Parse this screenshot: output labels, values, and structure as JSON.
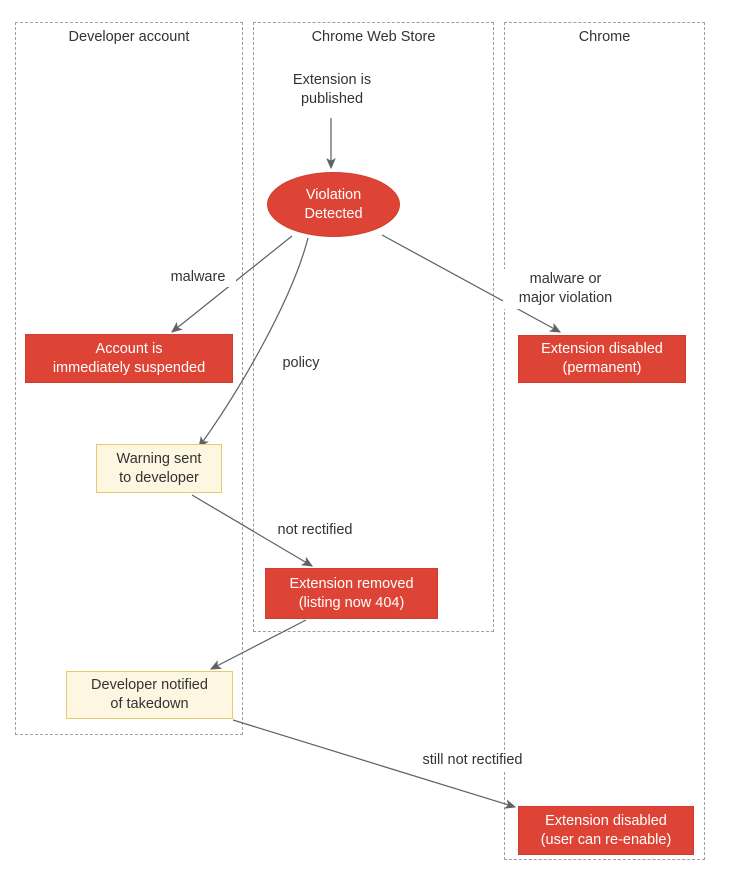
{
  "diagram": {
    "type": "flowchart-swimlane",
    "background": "#ffffff",
    "colors": {
      "red_fill": "#de4436",
      "red_stroke": "#d23c2e",
      "yellow_fill": "#fdf6e1",
      "yellow_stroke": "#e8c96b",
      "lane_stroke": "#9aa0a6",
      "edge_stroke": "#5f6368",
      "text_dark": "#333333",
      "text_light": "#ffffff"
    }
  },
  "lanes": [
    {
      "id": "developer-account",
      "title": "Developer account"
    },
    {
      "id": "chrome-web-store",
      "title": "Chrome Web Store"
    },
    {
      "id": "chrome",
      "title": "Chrome"
    }
  ],
  "nodes": [
    {
      "id": "extension-published",
      "label": "Extension is\npublished",
      "shape": "plain",
      "lane": "chrome-web-store"
    },
    {
      "id": "violation-detected",
      "label": "Violation\nDetected",
      "shape": "ellipse",
      "lane": "chrome-web-store"
    },
    {
      "id": "account-suspended",
      "label": "Account is\nimmediately suspended",
      "shape": "rect",
      "style": "red",
      "lane": "developer-account"
    },
    {
      "id": "extension-disabled-permanent",
      "label": "Extension disabled\n(permanent)",
      "shape": "rect",
      "style": "red",
      "lane": "chrome"
    },
    {
      "id": "warning-sent",
      "label": "Warning sent\nto developer",
      "shape": "rect",
      "style": "yellow",
      "lane": "developer-account"
    },
    {
      "id": "extension-removed",
      "label": "Extension removed\n(listing now 404)",
      "shape": "rect",
      "style": "red",
      "lane": "chrome-web-store"
    },
    {
      "id": "developer-notified",
      "label": "Developer notified\nof takedown",
      "shape": "rect",
      "style": "yellow",
      "lane": "developer-account"
    },
    {
      "id": "extension-disabled-reenable",
      "label": "Extension disabled\n(user can re-enable)",
      "shape": "rect",
      "style": "red",
      "lane": "chrome"
    }
  ],
  "edges": [
    {
      "id": "e-published-violation",
      "from": "extension-published",
      "to": "violation-detected",
      "label": ""
    },
    {
      "id": "e-violation-suspended",
      "from": "violation-detected",
      "to": "account-suspended",
      "label": "malware"
    },
    {
      "id": "e-violation-warning",
      "from": "violation-detected",
      "to": "warning-sent",
      "label": "policy"
    },
    {
      "id": "e-violation-disabled",
      "from": "violation-detected",
      "to": "extension-disabled-permanent",
      "label": "malware or\nmajor violation"
    },
    {
      "id": "e-warning-removed",
      "from": "warning-sent",
      "to": "extension-removed",
      "label": "not rectified"
    },
    {
      "id": "e-removed-notified",
      "from": "extension-removed",
      "to": "developer-notified",
      "label": ""
    },
    {
      "id": "e-notified-disabled",
      "from": "developer-notified",
      "to": "extension-disabled-reenable",
      "label": "still not rectified"
    }
  ]
}
